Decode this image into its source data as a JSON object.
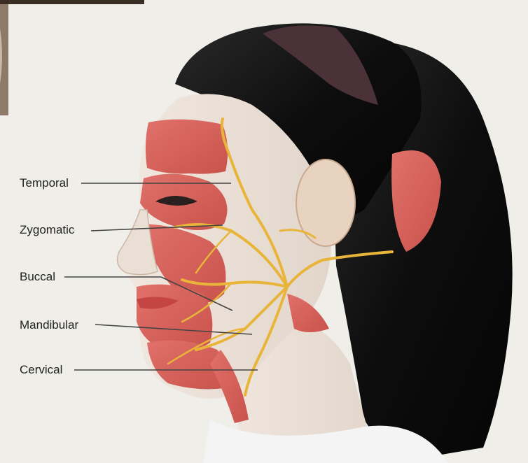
{
  "labels": {
    "temporal": "Temporal",
    "zygomatic": "Zygomatic",
    "buccal": "Buccal",
    "mandibular": "Mandibular",
    "cervical": "Cervical"
  },
  "colors": {
    "background": "#efeee9",
    "hair": "#101010",
    "skin": "#ece3da",
    "muscle": "#d9655e",
    "nerve": "#e8b53a",
    "leader_line": "#444444",
    "label_text": "#222222"
  }
}
